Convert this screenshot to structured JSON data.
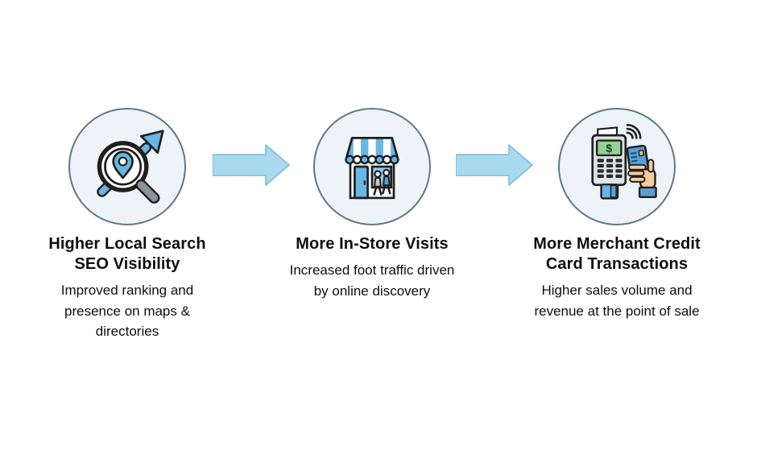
{
  "funnel": {
    "steps": [
      {
        "icon": "local-search-seo-icon",
        "title": "Higher Local Search\nSEO Visibility",
        "description": "Improved ranking and\npresence on maps &\ndirectories"
      },
      {
        "icon": "storefront-icon",
        "title": "More In-Store Visits",
        "description": "Increased foot traffic driven\nby online discovery"
      },
      {
        "icon": "card-payment-icon",
        "title": "More Merchant Credit\nCard Transactions",
        "description": "Higher sales volume and\nrevenue at the point of sale"
      }
    ],
    "connector": "right-arrow"
  },
  "colors": {
    "page-bg": "#ffffff",
    "text-color": "#0e0e0e",
    "outline": "#1f1f1f",
    "icon-blue": "#68b6e3",
    "icon-blue-light": "#90cdec",
    "person-blue": "#5b9fd8",
    "circle-fill": "#edf3f7",
    "circle-border": "#5f7885",
    "arrow-fill": "#a9d9f1",
    "arrow-stroke": "#7cb9d9",
    "screen-green": "#93d293",
    "skin": "#f6cb99",
    "tan": "#d8c7a4",
    "handle-gray": "#8a9399",
    "terminal-gray": "#dfe3e6",
    "terminal-dark": "#2a2a2a",
    "chip-yellow": "#f0c560"
  }
}
